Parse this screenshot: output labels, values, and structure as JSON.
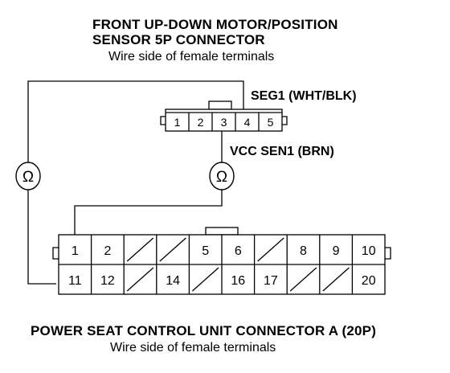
{
  "top_connector": {
    "title_line1": "FRONT UP-DOWN MOTOR/POSITION",
    "title_line2": "SENSOR 5P CONNECTOR",
    "subtitle": "Wire side of female terminals",
    "pins": [
      "1",
      "2",
      "3",
      "4",
      "5"
    ]
  },
  "wires": {
    "seg1": "SEG1 (WHT/BLK)",
    "vcc_sen1": "VCC SEN1 (BRN)"
  },
  "meters": {
    "symbol": "Ω"
  },
  "bottom_connector": {
    "title": "POWER SEAT CONTROL UNIT CONNECTOR A (20P)",
    "subtitle": "Wire side of female terminals",
    "row1": [
      "1",
      "2",
      "",
      "",
      "5",
      "6",
      "",
      "8",
      "9",
      "10"
    ],
    "row2": [
      "11",
      "12",
      "",
      "14",
      "",
      "16",
      "17",
      "",
      "",
      "20"
    ]
  }
}
